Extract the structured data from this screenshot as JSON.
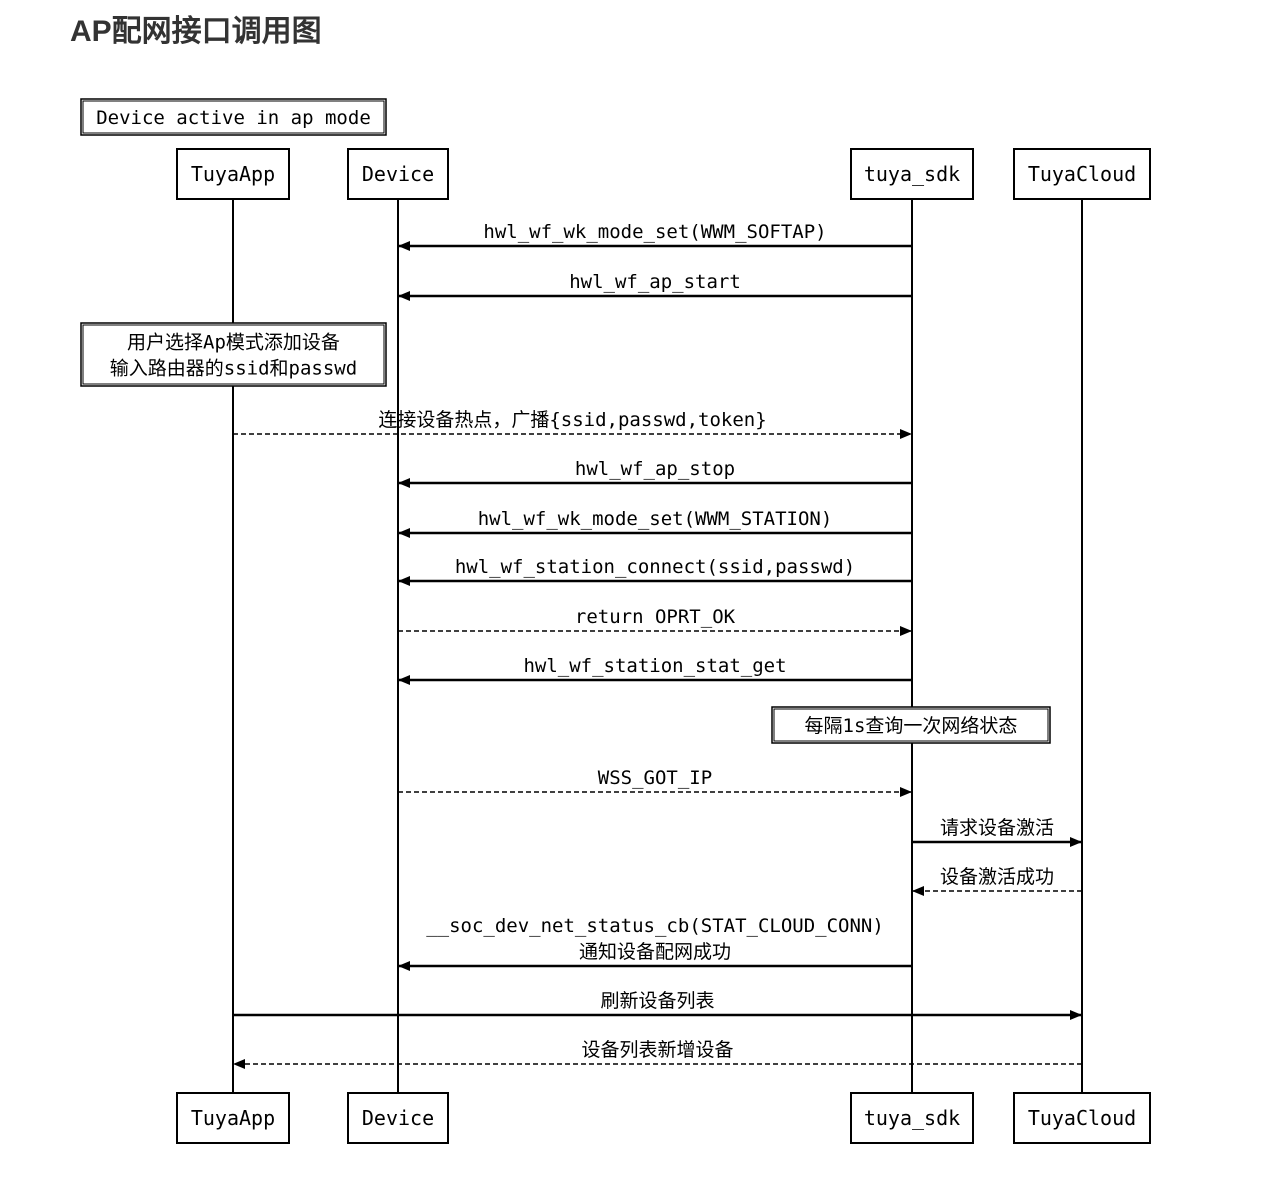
{
  "page": {
    "title": "AP配网接口调用图"
  },
  "diagram": {
    "participants": [
      {
        "id": "app",
        "label": "TuyaApp"
      },
      {
        "id": "dev",
        "label": "Device"
      },
      {
        "id": "sdk",
        "label": "tuya_sdk"
      },
      {
        "id": "cloud",
        "label": "TuyaCloud"
      }
    ],
    "notes": [
      {
        "id": "note-active",
        "lines": [
          "Device active in ap mode"
        ]
      },
      {
        "id": "note-user",
        "lines": [
          "用户选择Ap模式添加设备",
          "输入路由器的ssid和passwd"
        ]
      },
      {
        "id": "note-poll",
        "lines": [
          "每隔1s查询一次网络状态"
        ]
      }
    ],
    "messages": [
      {
        "from": "sdk",
        "to": "dev",
        "style": "solid",
        "lines": [
          "hwl_wf_wk_mode_set(WWM_SOFTAP)"
        ]
      },
      {
        "from": "sdk",
        "to": "dev",
        "style": "solid",
        "lines": [
          "hwl_wf_ap_start"
        ]
      },
      {
        "from": "app",
        "to": "sdk",
        "style": "dashed",
        "lines": [
          "连接设备热点，广播{ssid,passwd,token}"
        ]
      },
      {
        "from": "sdk",
        "to": "dev",
        "style": "solid",
        "lines": [
          "hwl_wf_ap_stop"
        ]
      },
      {
        "from": "sdk",
        "to": "dev",
        "style": "solid",
        "lines": [
          "hwl_wf_wk_mode_set(WWM_STATION)"
        ]
      },
      {
        "from": "sdk",
        "to": "dev",
        "style": "solid",
        "lines": [
          "hwl_wf_station_connect(ssid,passwd)"
        ]
      },
      {
        "from": "dev",
        "to": "sdk",
        "style": "dashed",
        "lines": [
          "return OPRT_OK"
        ]
      },
      {
        "from": "sdk",
        "to": "dev",
        "style": "solid",
        "lines": [
          "hwl_wf_station_stat_get"
        ]
      },
      {
        "from": "dev",
        "to": "sdk",
        "style": "dashed",
        "lines": [
          "WSS_GOT_IP"
        ]
      },
      {
        "from": "sdk",
        "to": "cloud",
        "style": "solid",
        "lines": [
          "请求设备激活"
        ]
      },
      {
        "from": "cloud",
        "to": "sdk",
        "style": "dashed",
        "lines": [
          "设备激活成功"
        ]
      },
      {
        "from": "sdk",
        "to": "dev",
        "style": "solid",
        "lines": [
          "__soc_dev_net_status_cb(STAT_CLOUD_CONN)",
          "通知设备配网成功"
        ]
      },
      {
        "from": "app",
        "to": "cloud",
        "style": "solid",
        "lines": [
          "刷新设备列表"
        ]
      },
      {
        "from": "cloud",
        "to": "app",
        "style": "dashed",
        "lines": [
          "设备列表新增设备"
        ]
      }
    ],
    "colors": {
      "line": "#000000",
      "background": "#ffffff",
      "title": "#333333"
    }
  }
}
